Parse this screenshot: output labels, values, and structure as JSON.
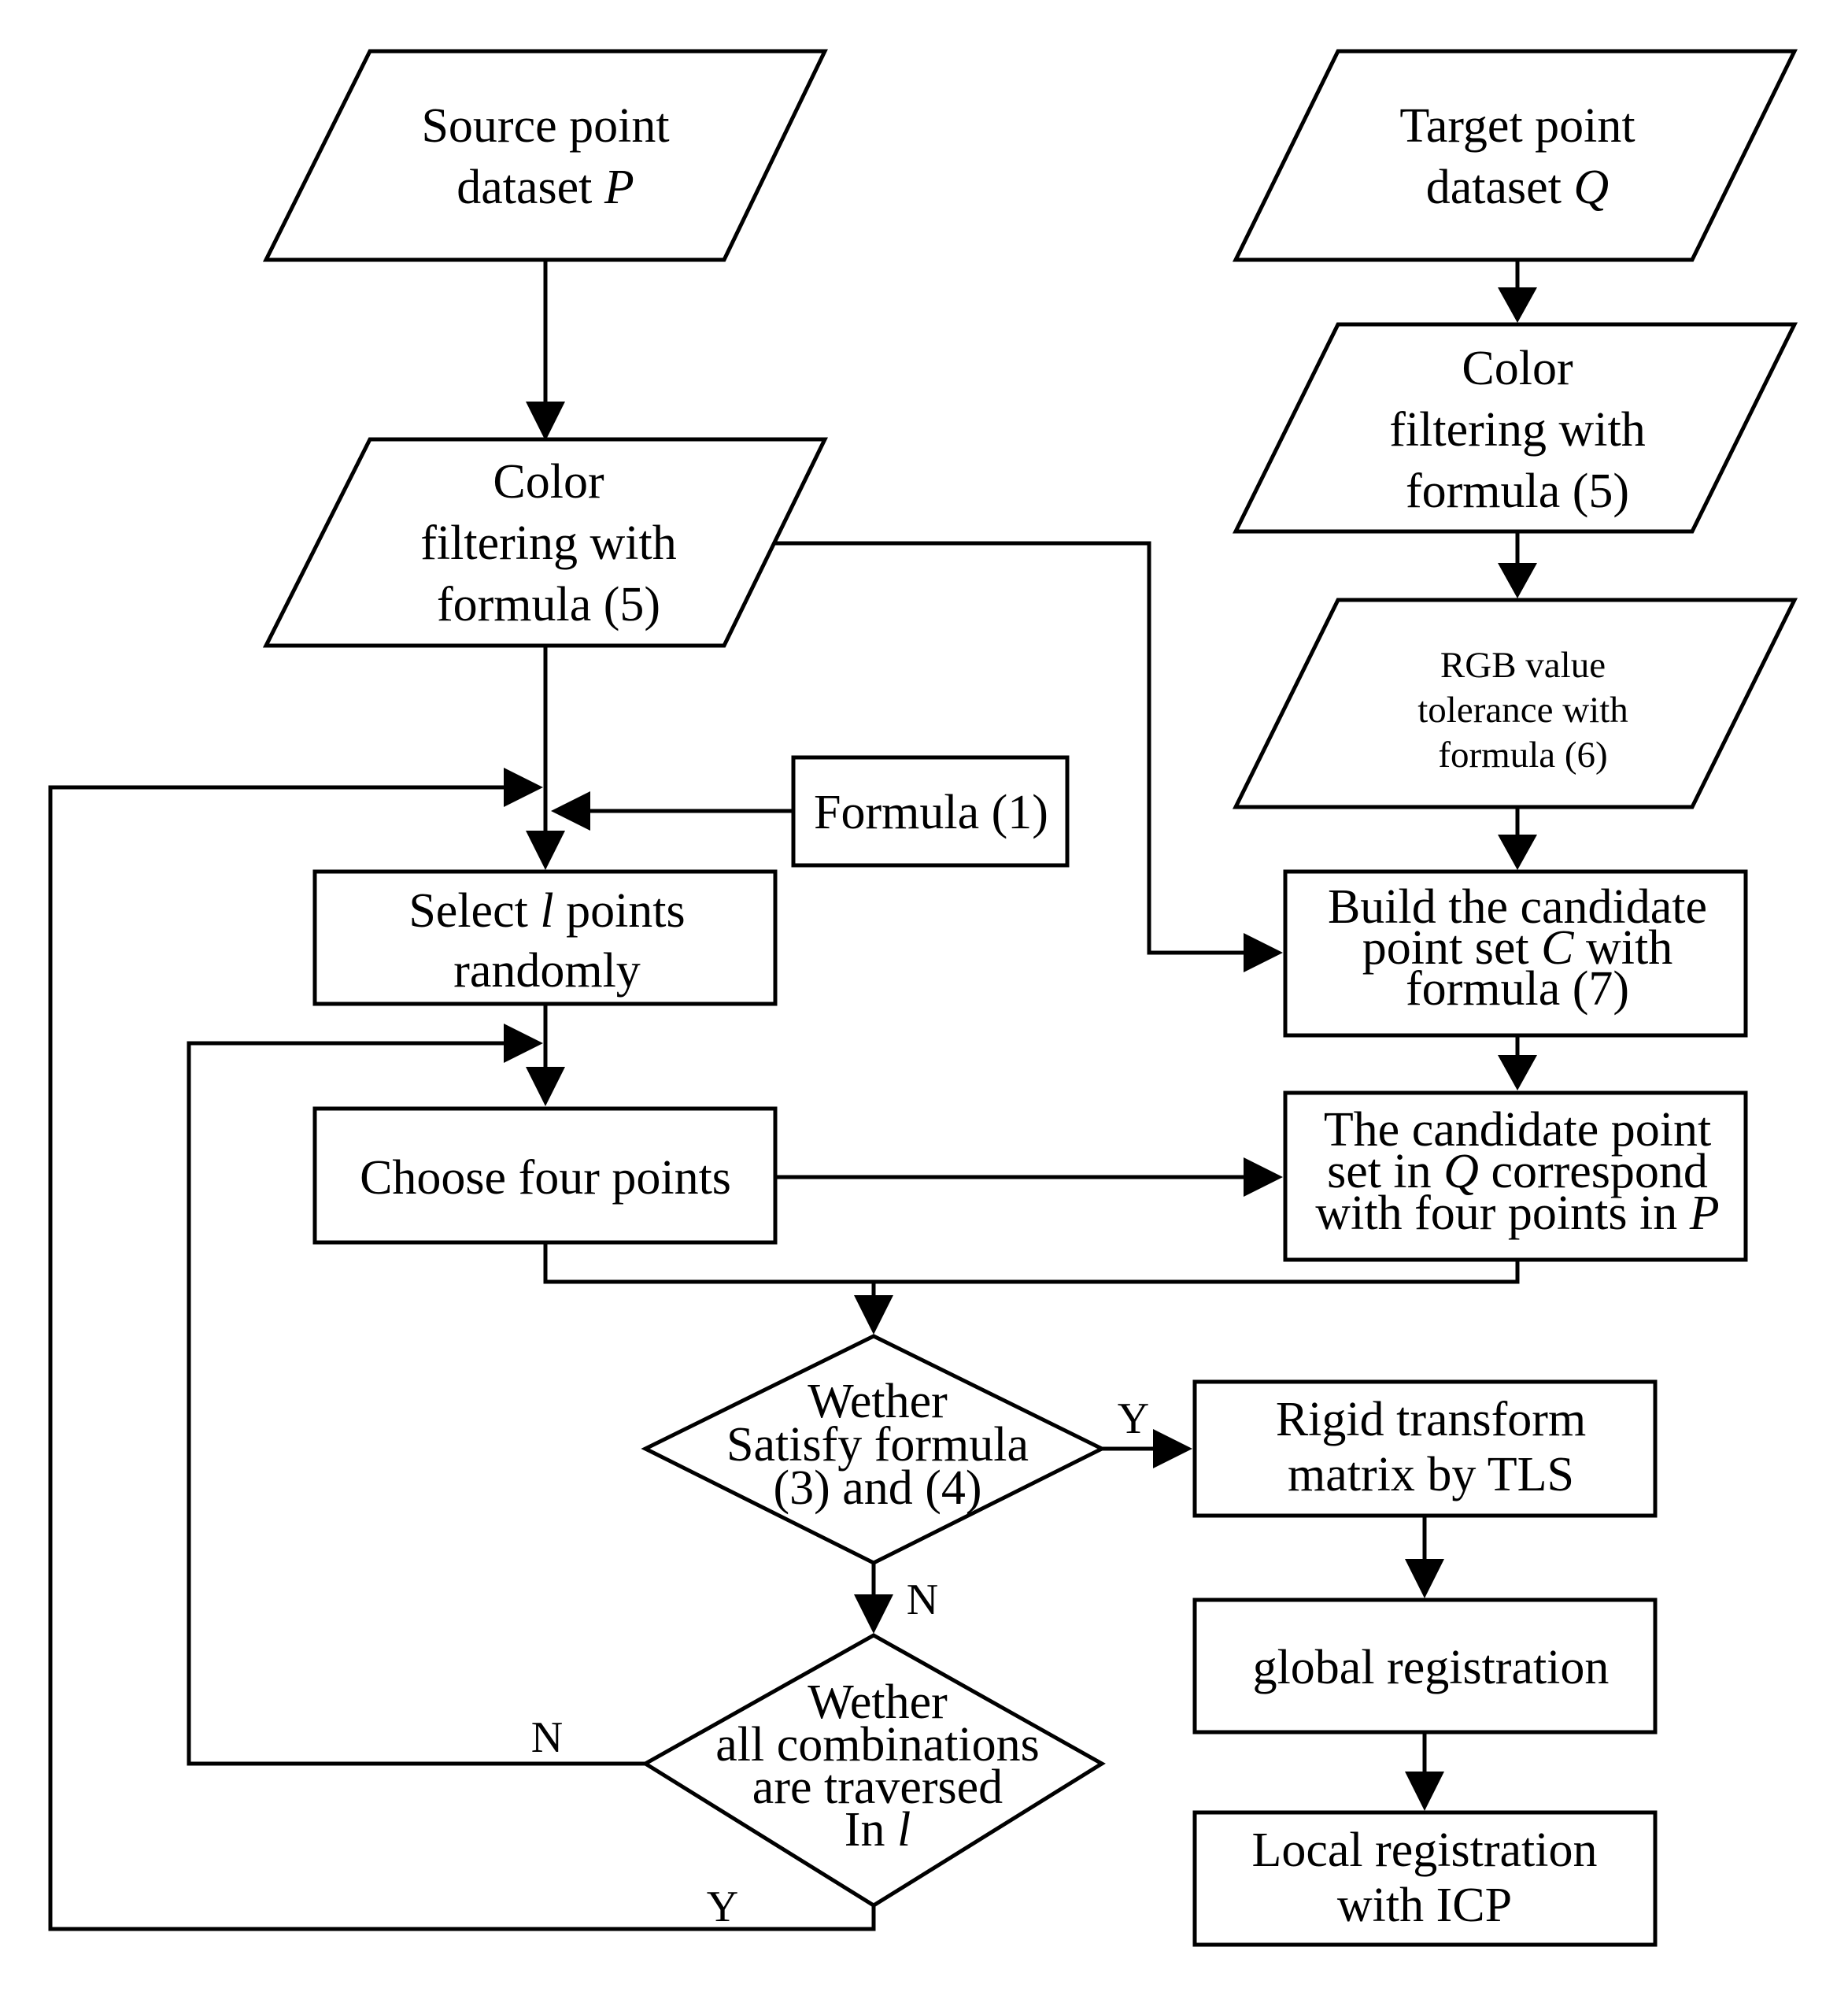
{
  "nodes": {
    "source": {
      "line1": "Source point",
      "line2_prefix": "dataset ",
      "line2_var": "P"
    },
    "target": {
      "line1": "Target point",
      "line2_prefix": "dataset ",
      "line2_var": "Q"
    },
    "color_filter_left": {
      "line1": "Color",
      "line2": "filtering with",
      "line3": "formula (5)"
    },
    "color_filter_right": {
      "line1": "Color",
      "line2": "filtering with",
      "line3": "formula (5)"
    },
    "rgb_tolerance": {
      "line1": "RGB value",
      "line2": "tolerance with",
      "line3": "formula (6)"
    },
    "formula1": {
      "label": "Formula (1)"
    },
    "select_points": {
      "line1_prefix": "Select ",
      "line1_var": "l",
      "line1_suffix": " points",
      "line2": "randomly"
    },
    "build_candidate": {
      "line1": "Build the candidate",
      "line2_prefix": "point set ",
      "line2_var": "C",
      "line2_suffix": " with",
      "line3": "formula (7)"
    },
    "choose_four": {
      "label": "Choose four points"
    },
    "candidate_set": {
      "line1": "The candidate point",
      "line2_prefix": "set in ",
      "line2_var": "Q",
      "line2_suffix": " correspond",
      "line3_prefix": "with four points in ",
      "line3_var": "P"
    },
    "decision_satisfy": {
      "line1": "Wether",
      "line2": "Satisfy formula",
      "line3": "(3) and (4)"
    },
    "rigid_transform": {
      "line1": "Rigid transform",
      "line2": "matrix by TLS"
    },
    "decision_traversed": {
      "line1": "Wether",
      "line2": "all combinations",
      "line3": "are traversed",
      "line4_prefix": "In ",
      "line4_var": "l"
    },
    "global_registration": {
      "label": "global registration"
    },
    "local_registration": {
      "line1": "Local registration",
      "line2": "with ICP"
    }
  },
  "edge_labels": {
    "satisfy_yes": "Y",
    "satisfy_no": "N",
    "traversed_no": "N",
    "traversed_yes": "Y"
  }
}
